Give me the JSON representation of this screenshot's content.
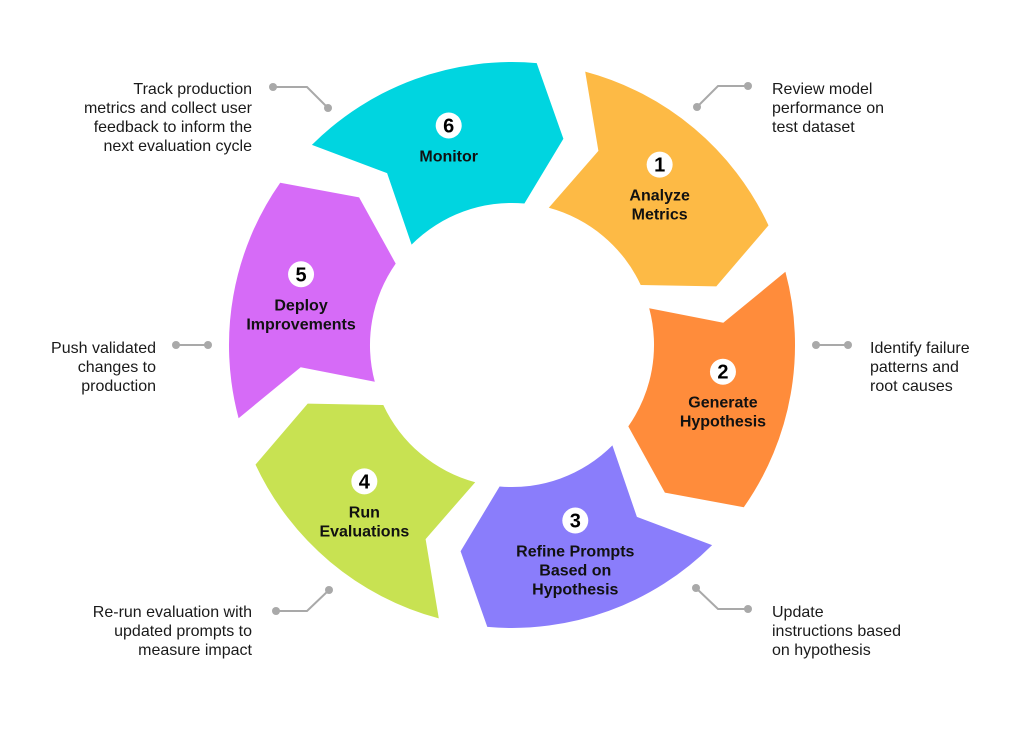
{
  "steps": [
    {
      "number": "1",
      "title": [
        "Analyze",
        "Metrics"
      ],
      "color": "#FDBA45",
      "description": [
        "Review model",
        "performance on",
        "test dataset"
      ]
    },
    {
      "number": "2",
      "title": [
        "Generate",
        "Hypothesis"
      ],
      "color": "#FF8C3B",
      "description": [
        "Identify failure",
        "patterns and",
        "root causes"
      ]
    },
    {
      "number": "3",
      "title": [
        "Refine Prompts",
        "Based on",
        "Hypothesis"
      ],
      "color": "#8A7DFB",
      "description": [
        "Update",
        "instructions based",
        "on hypothesis"
      ]
    },
    {
      "number": "4",
      "title": [
        "Run",
        "Evaluations"
      ],
      "color": "#C8E252",
      "description": [
        "Re-run evaluation with",
        "updated prompts to",
        "measure impact"
      ]
    },
    {
      "number": "5",
      "title": [
        "Deploy",
        "Improvements"
      ],
      "color": "#D66BF7",
      "description": [
        "Push validated",
        "changes to",
        "production"
      ]
    },
    {
      "number": "6",
      "title": [
        "Monitor"
      ],
      "color": "#00D5E0",
      "description": [
        "Track production",
        "metrics and collect user",
        "feedback to inform the",
        "next evaluation cycle"
      ]
    }
  ],
  "connector_color": "#A9A9A9"
}
